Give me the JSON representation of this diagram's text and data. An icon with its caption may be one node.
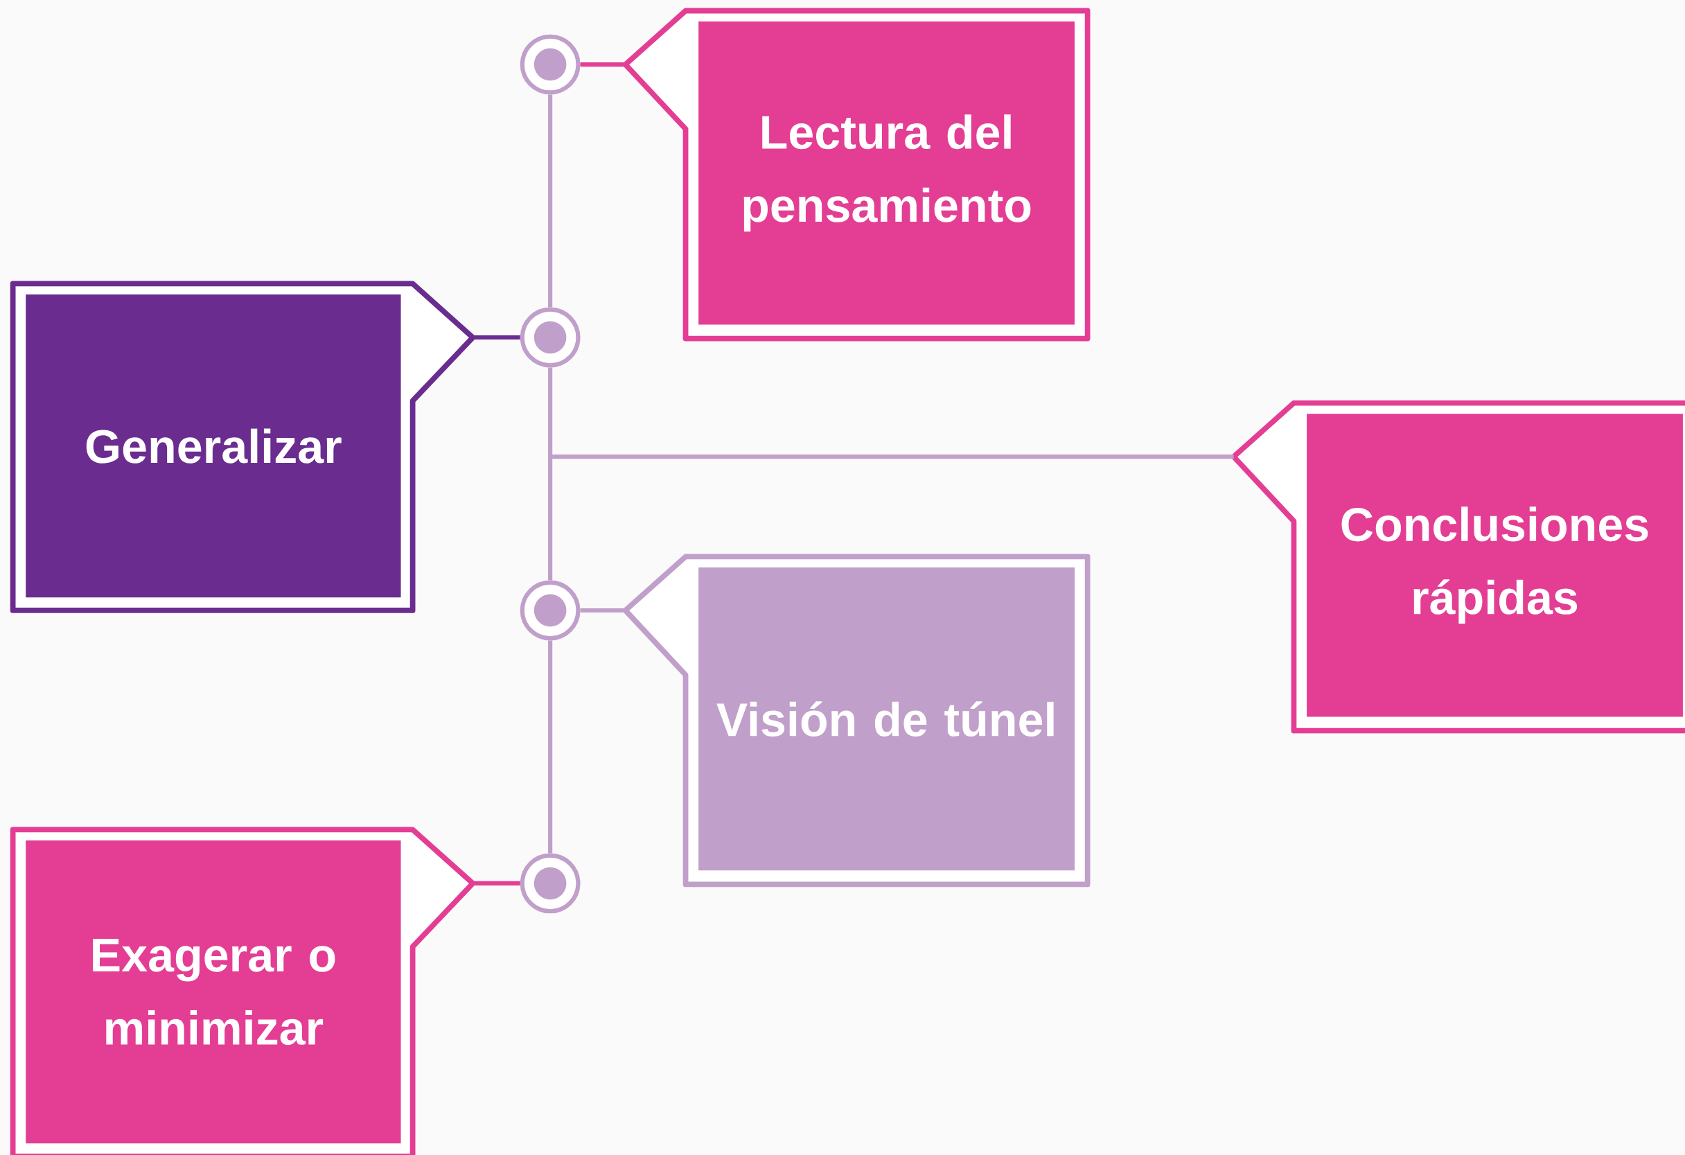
{
  "diagram": {
    "nodes": [
      {
        "text": [
          "Lectura del pensamiento"
        ]
      },
      {
        "text": [
          "Generalizar"
        ]
      },
      {
        "text": [
          "Conclusiones rápidas"
        ]
      },
      {
        "text": [
          "Visión de túnel"
        ]
      },
      {
        "text": [
          "Exagerar o minimizar"
        ]
      },
      {
        "text": [],
        "shape": "circle"
      },
      {
        "text": [],
        "shape": "circle"
      },
      {
        "text": [],
        "shape": "circle"
      },
      {
        "text": [],
        "shape": "circle"
      }
    ],
    "edges": [
      {
        "from": 5,
        "to": 0,
        "arrow": "none",
        "color": "#e33e94"
      },
      {
        "from": 6,
        "to": 1,
        "arrow": "none",
        "color": "#6a2c8f"
      },
      {
        "from": 7,
        "to": 3,
        "arrow": "none"
      },
      {
        "from": 8,
        "to": 4,
        "arrow": "none",
        "color": "#e33e94"
      },
      {
        "from": 5,
        "to": 6,
        "arrow": "none"
      },
      {
        "from": 6,
        "to": 7,
        "arrow": "none"
      },
      {
        "from": 7,
        "to": 8,
        "arrow": "none"
      },
      {
        "from": null,
        "to": 2,
        "arrow": "none"
      }
    ]
  }
}
